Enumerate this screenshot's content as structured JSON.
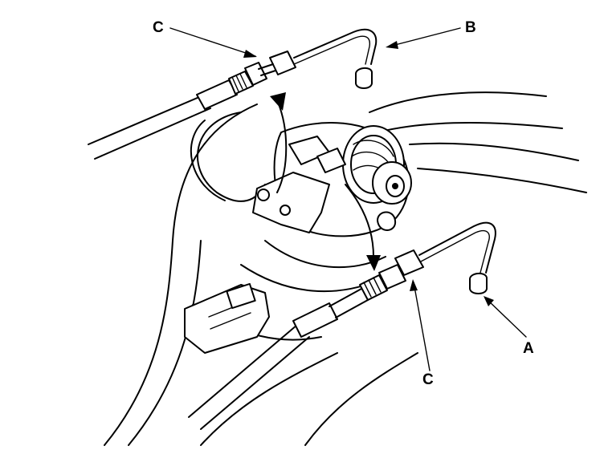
{
  "callouts": {
    "top_left": "C",
    "top_right": "B",
    "bottom_right": "A",
    "bottom_center": "C"
  },
  "colors": {
    "line": "#000000",
    "background": "#ffffff"
  },
  "icons": [
    "arrow-icon",
    "cable-adjuster-nut-icon",
    "cable-end-cap-icon"
  ]
}
